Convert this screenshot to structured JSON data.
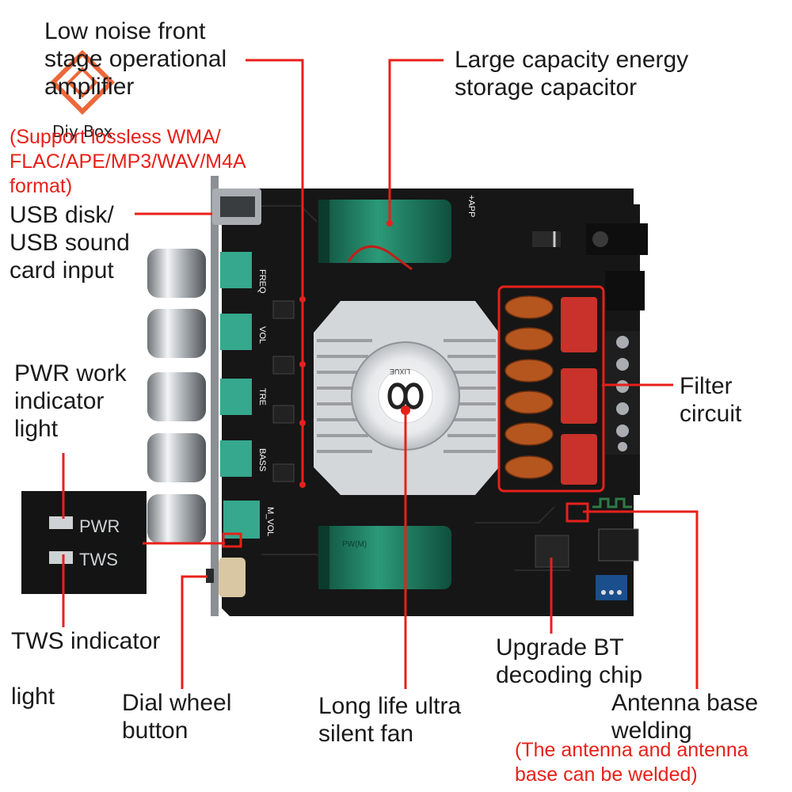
{
  "watermark": {
    "text": "Diy Box",
    "color": "#e8501a"
  },
  "board_silkscreen": {
    "freq": "FREQ",
    "vol": "VOL",
    "tre": "TRE",
    "bass": "BASS",
    "mvol": "M_VOL",
    "app": "+APP",
    "fan_brand": "LIXUE",
    "pwr": "PWR",
    "tws": "TWS",
    "cap_marking": "PW(M)"
  },
  "callouts": {
    "opamp": "Low noise front\nstage operational\namplifier",
    "capacitor": "Large capacity energy\nstorage capacitor",
    "formats": "(Support lossless WMA/\nFLAC/APE/MP3/WAV/M4A\nformat)",
    "usb": "USB disk/\nUSB sound\ncard input",
    "pwr": "PWR work\nindicator\nlight",
    "filter": "Filter\ncircuit",
    "tws": "TWS indicator\n\nlight",
    "dial": "Dial wheel\nbutton",
    "fan": "Long life ultra\nsilent fan",
    "bt": "Upgrade BT\ndecoding chip",
    "antenna": "Antenna base\nwelding",
    "antenna_note": "(The antenna and antenna\nbase can be welded)"
  },
  "colors": {
    "accent": "#e8201a",
    "board": "#161616",
    "capacitor": "#1f7a5e",
    "knob": "#c9cdd1",
    "text": "#1a1a1a"
  }
}
